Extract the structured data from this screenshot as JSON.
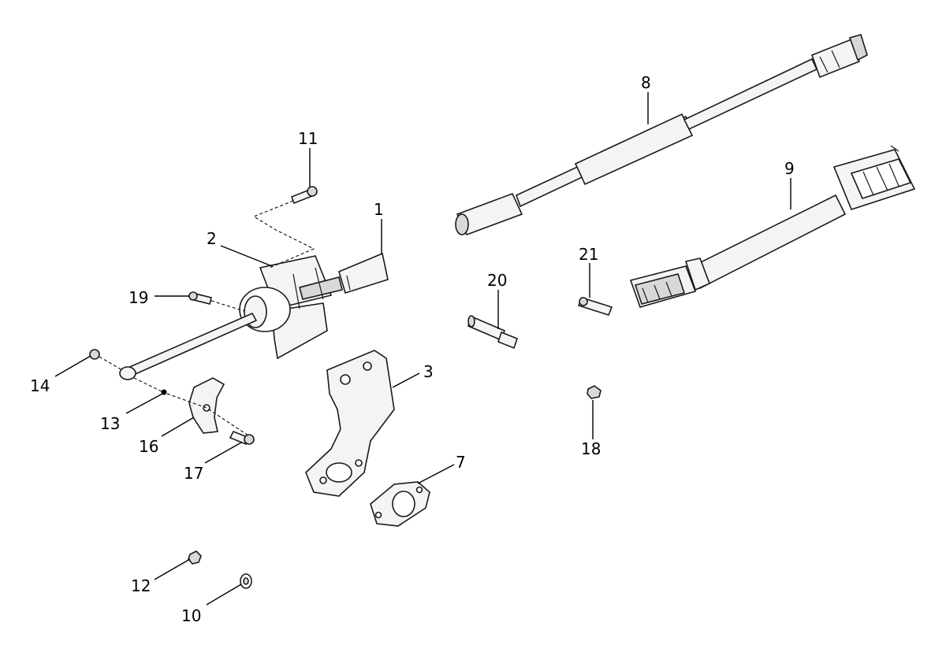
{
  "callouts": {
    "c1": "1",
    "c2": "2",
    "c3": "3",
    "c7": "7",
    "c8": "8",
    "c9": "9",
    "c10": "10",
    "c11": "11",
    "c12": "12",
    "c13": "13",
    "c14": "14",
    "c16": "16",
    "c17": "17",
    "c18": "18",
    "c19": "19",
    "c20": "20",
    "c21": "21"
  }
}
